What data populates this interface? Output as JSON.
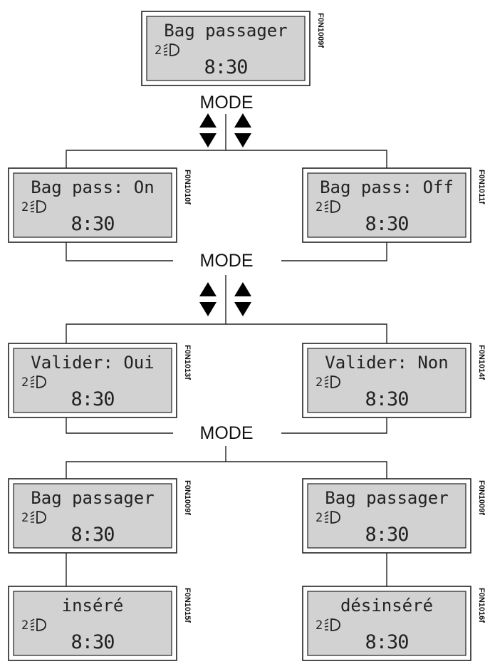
{
  "screens": [
    {
      "line1": "Bag passager",
      "digit": "2",
      "time": "8:30",
      "code": "F0N1009f"
    },
    {
      "line1": "Bag pass: On",
      "digit": "2",
      "time": "8:30",
      "code": "F0N1010f"
    },
    {
      "line1": "Bag pass: Off",
      "digit": "2",
      "time": "8:30",
      "code": "F0N1011f"
    },
    {
      "line1": "Valider: Oui",
      "digit": "2",
      "time": "8:30",
      "code": "F0N1013f"
    },
    {
      "line1": "Valider: Non",
      "digit": "2",
      "time": "8:30",
      "code": "F0N1014f"
    },
    {
      "line1": "Bag passager",
      "digit": "2",
      "time": "8:30",
      "code": "F0N1009f"
    },
    {
      "line1": "Bag passager",
      "digit": "2",
      "time": "8:30",
      "code": "F0N1009f"
    },
    {
      "line1": "inséré",
      "digit": "2",
      "time": "8:30",
      "code": "F0N1015f"
    },
    {
      "line1": "désinséré",
      "digit": "2",
      "time": "8:30",
      "code": "F0N1016f"
    }
  ],
  "mode_labels": [
    "MODE",
    "MODE",
    "MODE"
  ],
  "colors": {
    "screen_fill": "#d2d2d2",
    "line": "#222222",
    "arrow": "#000000"
  }
}
